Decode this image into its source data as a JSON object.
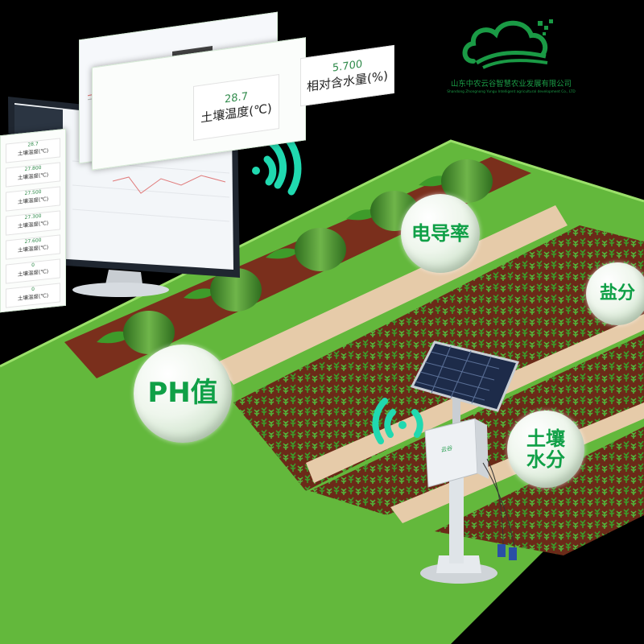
{
  "logo": {
    "name_cn": "山东中农云谷智慧农业发展有限公司",
    "name_en": "Shandong Zhongnong Yungu Intelligent agricultural development Co., LTD"
  },
  "dashboard": {
    "reading_temperature": {
      "value": "28.7",
      "label": "土壤温度(℃)"
    },
    "reading_moisture": {
      "value": "5.700",
      "label": "相对含水量(%)"
    },
    "left_list": [
      {
        "value": "28.7",
        "label": "土壤温度(℃)"
      },
      {
        "value": "27.800",
        "label": "土壤温度(℃)"
      },
      {
        "value": "27.500",
        "label": "土壤温度(℃)"
      },
      {
        "value": "27.300",
        "label": "土壤温度(℃)"
      },
      {
        "value": "27.600",
        "label": "土壤温度(℃)"
      },
      {
        "value": "0",
        "label": "土壤温度(℃)"
      },
      {
        "value": "0",
        "label": "土壤温度(℃)"
      }
    ]
  },
  "bubbles": {
    "ph": "PH值",
    "ec": "电导率",
    "salt": "盐分",
    "soil_line1": "土壤",
    "soil_line2": "水分"
  },
  "device": {
    "label": "云谷"
  },
  "colors": {
    "grass": "#62b83b",
    "soil": "#7a2f1c",
    "path": "#e4c9a8",
    "accent": "#20d9b0",
    "brand": "#1a9a45"
  }
}
